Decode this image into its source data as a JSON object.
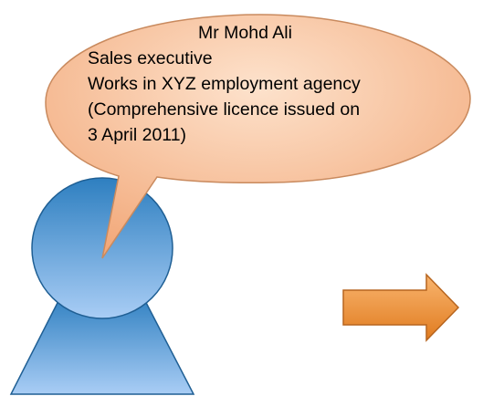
{
  "speech_bubble": {
    "name_line": "Mr Mohd Ali",
    "title_line": "Sales executive",
    "organisation_line": "Works in XYZ employment agency",
    "licence_line": "(Comprehensive licence issued on",
    "date_line": "3 April 2011)"
  },
  "colors": {
    "bubble_fill_light": "#fde2cc",
    "bubble_fill_dark": "#f2a879",
    "bubble_stroke": "#c98a5e",
    "person_fill_top": "#2e7fc0",
    "person_fill_bottom": "#a9cdf5",
    "person_stroke": "#1f5f94",
    "arrow_fill_top": "#f6a85c",
    "arrow_fill_bottom": "#e07b1f",
    "arrow_stroke": "#b7651f"
  },
  "icons": {
    "person": "person-figure-icon",
    "arrow": "right-arrow-icon"
  }
}
